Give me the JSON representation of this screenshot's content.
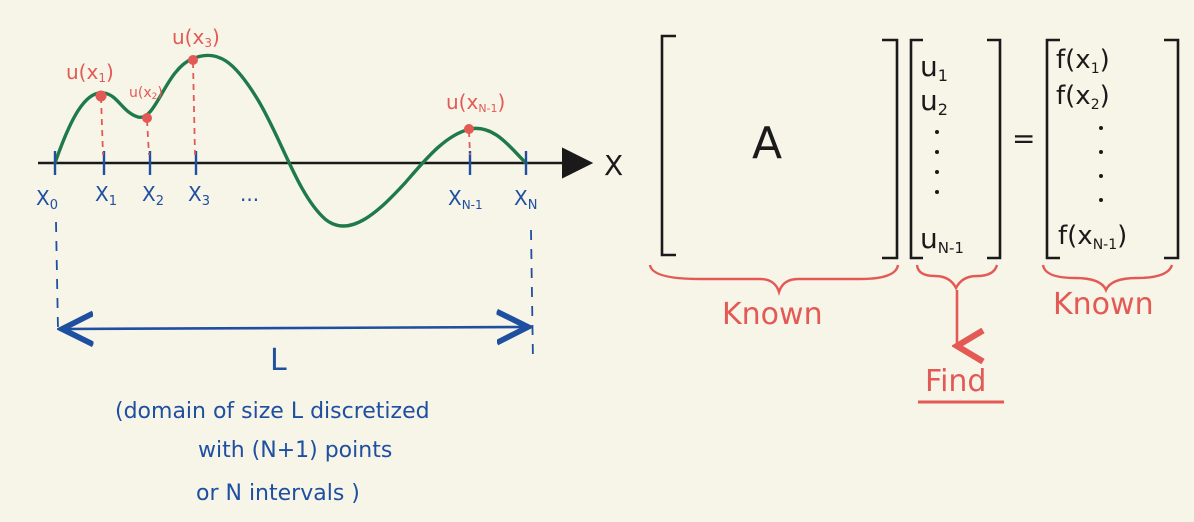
{
  "colors": {
    "background": "#f7f4e8",
    "curve": "#1f7a4a",
    "axis": "#1a1a1a",
    "ticks": "#1f4fa0",
    "annotation": "#e35a55"
  },
  "left": {
    "axis_label": "X",
    "ticks": {
      "x0": "X",
      "x0_sub": "0",
      "x1": "X",
      "x1_sub": "1",
      "x2": "X",
      "x2_sub": "2",
      "x3": "X",
      "x3_sub": "3",
      "dots": "...",
      "xn1": "X",
      "xn1_sub": "N-1",
      "xn": "X",
      "xn_sub": "N"
    },
    "points": {
      "u1": "u(x",
      "u1_sub": "1",
      "u2": "u(x",
      "u2_sub": "2",
      "u3": "u(x",
      "u3_sub": "3",
      "un1": "u(x",
      "un1_sub": "N-1",
      "close": ")"
    },
    "length_label": "L",
    "caption": [
      "(domain of size L discretized",
      "with (N+1) points",
      "or N intervals )"
    ]
  },
  "right": {
    "matrix_label": "A",
    "u_vector": {
      "u1": "u",
      "u1_sub": "1",
      "u2": "u",
      "u2_sub": "2",
      "un1": "u",
      "un1_sub": "N-1"
    },
    "equals": "=",
    "f_vector": {
      "f1": "f(x",
      "f1_sub": "1",
      "f1_close": ")",
      "f2": "f(x",
      "f2_sub": "2",
      "f2_close": ")",
      "fn1": "f(x",
      "fn1_sub": "N-1",
      "fn1_close": ")"
    },
    "known_left": "Known",
    "known_right": "Known",
    "find": "Find"
  }
}
